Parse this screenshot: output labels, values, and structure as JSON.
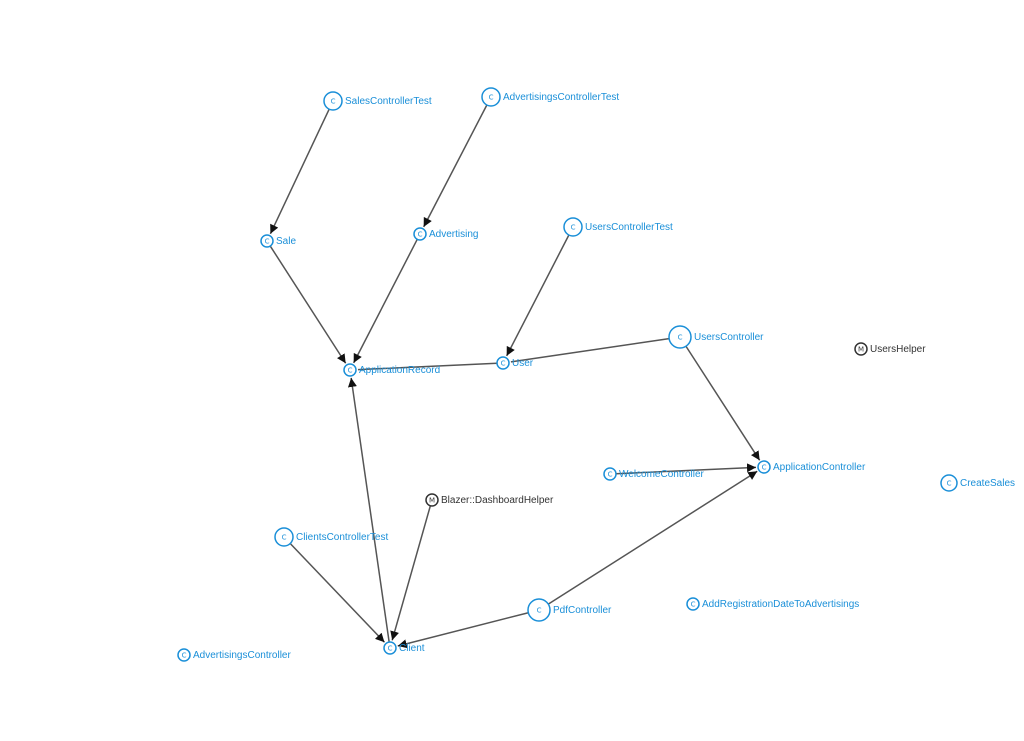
{
  "colors": {
    "class_node": "#1a8fd8",
    "module_node": "#333333",
    "edge": "#555555"
  },
  "graph": {
    "nodes": [
      {
        "id": "SalesControllerTest",
        "label": "SalesControllerTest",
        "type": "C"
      },
      {
        "id": "AdvertisingsControllerTest",
        "label": "AdvertisingsControllerTest",
        "type": "C"
      },
      {
        "id": "Sale",
        "label": "Sale",
        "type": "C"
      },
      {
        "id": "Advertising",
        "label": "Advertising",
        "type": "C"
      },
      {
        "id": "UsersControllerTest",
        "label": "UsersControllerTest",
        "type": "C"
      },
      {
        "id": "UsersController",
        "label": "UsersController",
        "type": "C"
      },
      {
        "id": "UsersHelper",
        "label": "UsersHelper",
        "type": "M"
      },
      {
        "id": "ApplicationRecord",
        "label": "ApplicationRecord",
        "type": "C"
      },
      {
        "id": "User",
        "label": "User",
        "type": "C"
      },
      {
        "id": "WelcomeController",
        "label": "WelcomeController",
        "type": "C"
      },
      {
        "id": "ApplicationController",
        "label": "ApplicationController",
        "type": "C"
      },
      {
        "id": "CreateSales",
        "label": "CreateSales",
        "type": "C"
      },
      {
        "id": "BlazerDashboardHelper",
        "label": "Blazer::DashboardHelper",
        "type": "M"
      },
      {
        "id": "ClientsControllerTest",
        "label": "ClientsControllerTest",
        "type": "C"
      },
      {
        "id": "PdfController",
        "label": "PdfController",
        "type": "C"
      },
      {
        "id": "AddRegistrationDateToAdvertisings",
        "label": "AddRegistrationDateToAdvertisings",
        "type": "C"
      },
      {
        "id": "AdvertisingsController",
        "label": "AdvertisingsController",
        "type": "C"
      },
      {
        "id": "Client",
        "label": "Client",
        "type": "C"
      }
    ],
    "edges": [
      {
        "from": "SalesControllerTest",
        "to": "Sale",
        "arrow": true
      },
      {
        "from": "AdvertisingsControllerTest",
        "to": "Advertising",
        "arrow": true
      },
      {
        "from": "Sale",
        "to": "ApplicationRecord",
        "arrow": true
      },
      {
        "from": "Advertising",
        "to": "ApplicationRecord",
        "arrow": true
      },
      {
        "from": "UsersControllerTest",
        "to": "User",
        "arrow": true
      },
      {
        "from": "User",
        "to": "ApplicationRecord",
        "arrow": false
      },
      {
        "from": "UsersController",
        "to": "User",
        "arrow": false
      },
      {
        "from": "UsersController",
        "to": "ApplicationController",
        "arrow": true
      },
      {
        "from": "WelcomeController",
        "to": "ApplicationController",
        "arrow": true
      },
      {
        "from": "PdfController",
        "to": "ApplicationController",
        "arrow": true
      },
      {
        "from": "Client",
        "to": "ApplicationRecord",
        "arrow": true
      },
      {
        "from": "ClientsControllerTest",
        "to": "Client",
        "arrow": true
      },
      {
        "from": "BlazerDashboardHelper",
        "to": "Client",
        "arrow": true
      },
      {
        "from": "PdfController",
        "to": "Client",
        "arrow": true
      }
    ]
  }
}
